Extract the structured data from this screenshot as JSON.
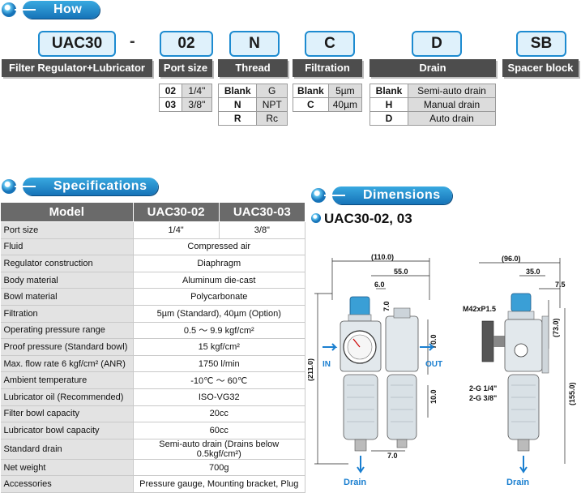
{
  "how_to_order": {
    "title": "How to order",
    "codes": [
      "UAC30",
      "-",
      "02",
      "N",
      "C",
      "D",
      "SB"
    ],
    "headers": [
      "Filter Regulator+Lubricator",
      "Port size",
      "Thread",
      "Filtration",
      "Drain",
      "Spacer block"
    ],
    "port_size": [
      [
        "02",
        "1/4\""
      ],
      [
        "03",
        "3/8\""
      ]
    ],
    "thread": [
      [
        "Blank",
        "G"
      ],
      [
        "N",
        "NPT"
      ],
      [
        "R",
        "Rc"
      ]
    ],
    "filtration": [
      [
        "Blank",
        "5µm"
      ],
      [
        "C",
        "40µm"
      ]
    ],
    "drain": [
      [
        "Blank",
        "Semi-auto drain"
      ],
      [
        "H",
        "Manual drain"
      ],
      [
        "D",
        "Auto drain"
      ]
    ]
  },
  "specifications": {
    "title": "Specifications",
    "columns": [
      "Model",
      "UAC30-02",
      "UAC30-03"
    ],
    "port_row": {
      "label": "Port size",
      "v1": "1/4\"",
      "v2": "3/8\""
    },
    "rows": [
      {
        "label": "Fluid",
        "value": "Compressed air"
      },
      {
        "label": "Regulator construction",
        "value": "Diaphragm"
      },
      {
        "label": "Body material",
        "value": "Aluminum die-cast"
      },
      {
        "label": "Bowl material",
        "value": "Polycarbonate"
      },
      {
        "label": "Filtration",
        "value": "5µm (Standard), 40µm (Option)"
      },
      {
        "label": "Operating pressure range",
        "value": "0.5 ～ 9.9 kgf/cm²"
      },
      {
        "label": "Proof pressure (Standard bowl)",
        "value": "15 kgf/cm²"
      },
      {
        "label": "Max. flow rate 6 kgf/cm² (ANR)",
        "value": "1750 l/min"
      },
      {
        "label": "Ambient temperature",
        "value": "-10℃ ～ 60℃"
      },
      {
        "label": "Lubricator oil (Recommended)",
        "value": "ISO-VG32"
      },
      {
        "label": "Filter bowl capacity",
        "value": "20cc"
      },
      {
        "label": "Lubricator bowl capacity",
        "value": "60cc"
      },
      {
        "label": "Standard drain",
        "value": "Semi-auto drain (Drains below 0.5kgf/cm²)"
      },
      {
        "label": "Net weight",
        "value": "700g"
      },
      {
        "label": "Accessories",
        "value": "Pressure gauge, Mounting bracket, Plug"
      }
    ]
  },
  "dimensions": {
    "title": "Dimensions",
    "model": "UAC30-02, 03",
    "front": {
      "w_total": "(110.0)",
      "w1": "55.0",
      "w2": "6.0",
      "h_total": "(211.0)",
      "h1": "70.0",
      "h2": "10.0",
      "h3": "7.0",
      "h4": "7.0",
      "in": "IN",
      "out": "OUT",
      "drain": "Drain"
    },
    "side": {
      "w_total": "(96.0)",
      "w1": "35.0",
      "w2": "7.5",
      "h1": "(73.0)",
      "h2": "(155.0)",
      "thread": "M42xP1.5",
      "port1": "2-G 1/4\"",
      "port2": "2-G 3/8\"",
      "drain": "Drain"
    }
  }
}
